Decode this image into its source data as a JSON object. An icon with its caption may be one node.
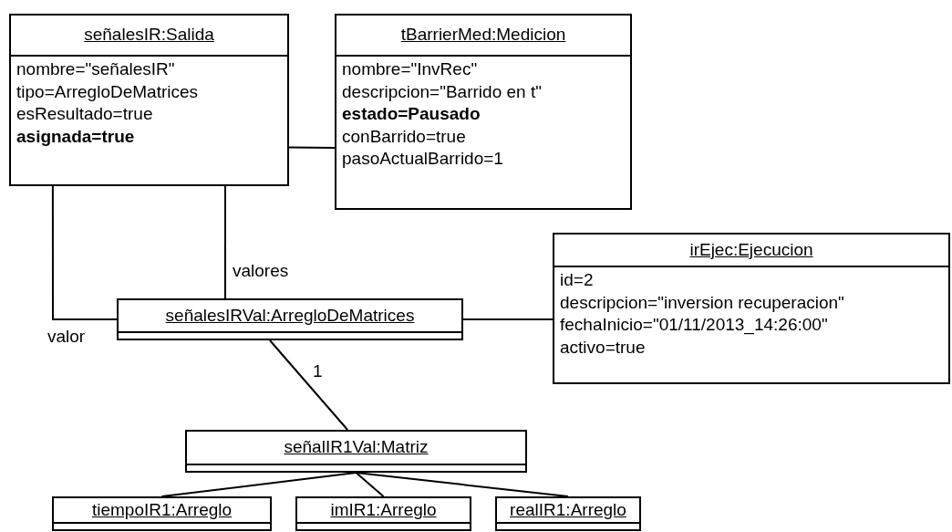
{
  "diagram": {
    "nodes": [
      {
        "text": [
          "señalesIR:Salida",
          "nombre=\"señalesIR\"",
          "tipo=ArregloDeMatrices",
          "esResultado=true",
          "**asignada=true**"
        ]
      },
      {
        "text": [
          "tBarrierMed:Medicion",
          "nombre=\"InvRec\"",
          "descripcion=\"Barrido en t\"",
          "**estado=Pausado**",
          "conBarrido=true",
          "pasoActualBarrido=1"
        ]
      },
      {
        "text": [
          "irEjec:Ejecucion",
          "id=2",
          "descripcion=\"inversion recuperacion\"",
          "fechaInicio=\"01/11/2013_14:26:00\"",
          "activo=true"
        ]
      },
      {
        "text": [
          "señalesIRVal:ArregloDeMatrices"
        ]
      },
      {
        "text": [
          "señalIR1Val:Matriz"
        ]
      },
      {
        "text": [
          "tiempoIR1:Arreglo"
        ]
      },
      {
        "text": [
          "imIR1:Arreglo"
        ]
      },
      {
        "text": [
          "realIR1:Arreglo"
        ]
      }
    ],
    "edges": [
      {
        "from": 0,
        "to": 1,
        "arrow": "none"
      },
      {
        "from": 0,
        "to": 3,
        "arrow": "none",
        "label": "valor"
      },
      {
        "from": 0,
        "to": 3,
        "arrow": "none",
        "label": "valores"
      },
      {
        "from": 3,
        "to": 2,
        "arrow": "none"
      },
      {
        "from": 3,
        "to": 4,
        "arrow": "none",
        "label": "1"
      },
      {
        "from": 4,
        "to": 5,
        "arrow": "none"
      },
      {
        "from": 4,
        "to": 6,
        "arrow": "none"
      },
      {
        "from": 4,
        "to": 7,
        "arrow": "none"
      }
    ]
  }
}
